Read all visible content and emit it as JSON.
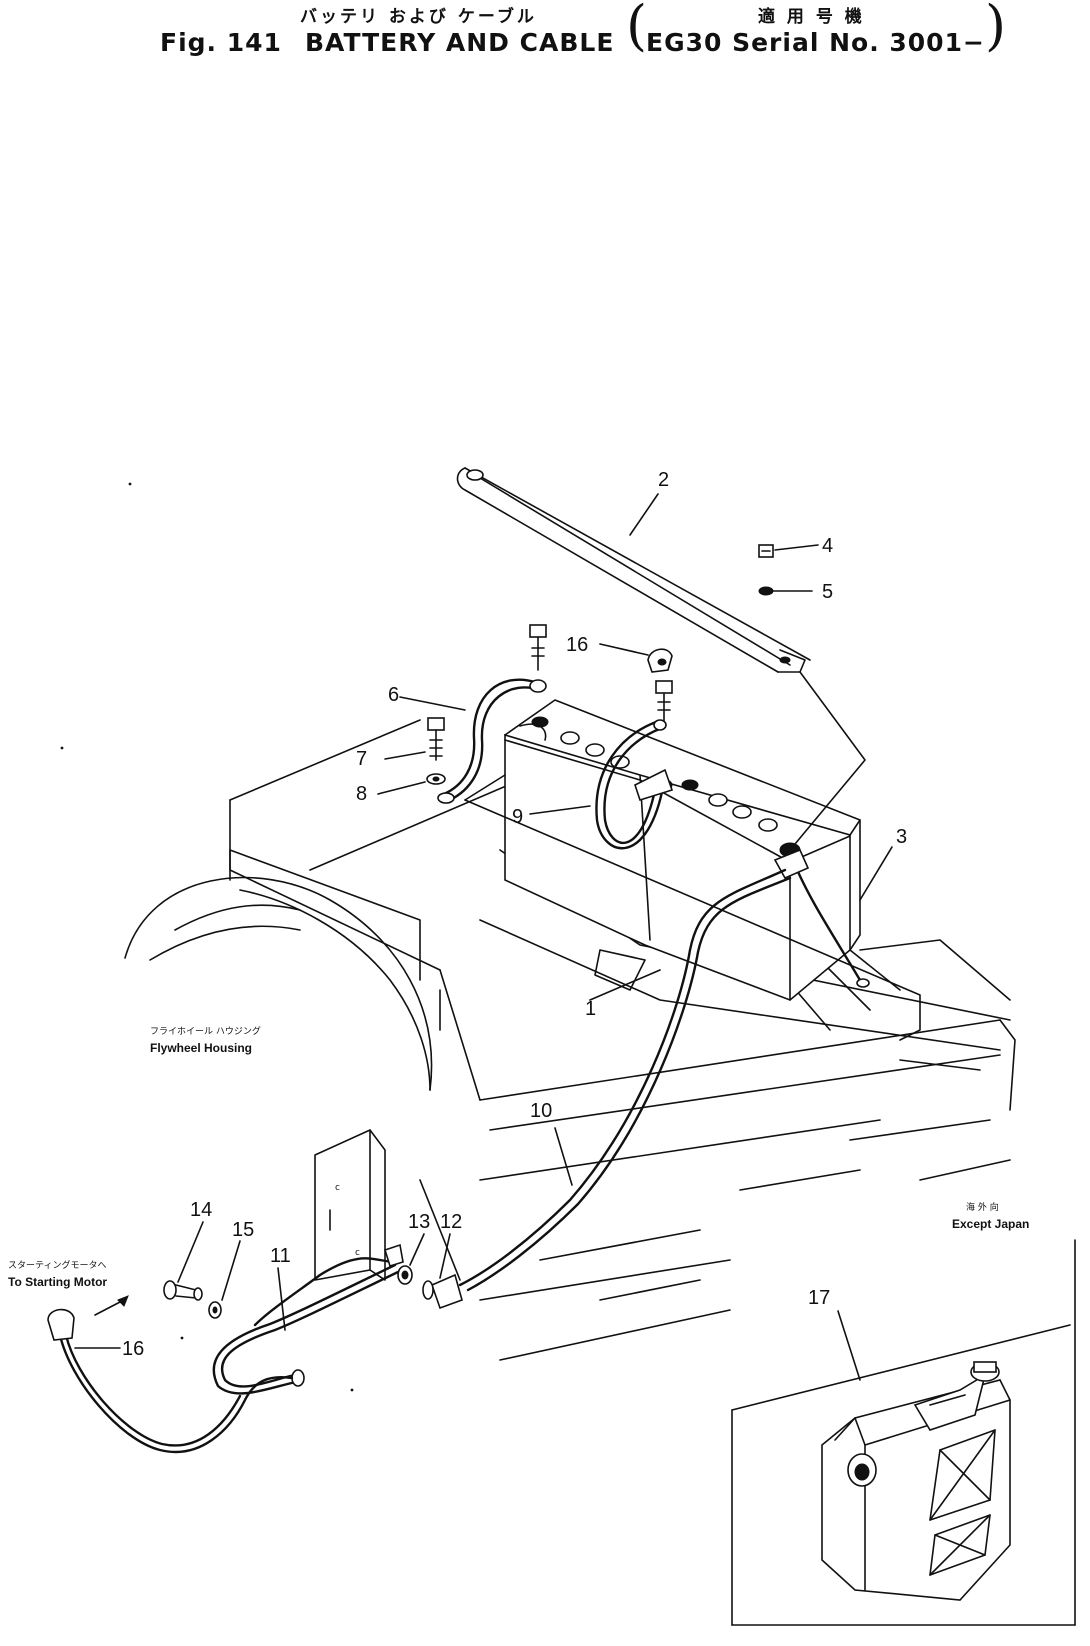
{
  "header": {
    "jp_title": "バッテリ および ケーブル",
    "jp_applicable": "適 用 号 機",
    "fig_label": "Fig. 141",
    "title": "BATTERY AND CABLE",
    "applicability": "EG30 Serial No. 3001−"
  },
  "labels": {
    "flywheel_jp": "フライホイール ハウジング",
    "flywheel_en": "Flywheel Housing",
    "starting_jp": "スターティングモータへ",
    "starting_en": "To Starting Motor",
    "except_jp": "海 外 向",
    "except_en": "Except Japan"
  },
  "callouts": {
    "c1": "1",
    "c2": "2",
    "c3": "3",
    "c4": "4",
    "c5": "5",
    "c6": "6",
    "c7": "7",
    "c8": "8",
    "c9": "9",
    "c10": "10",
    "c11": "11",
    "c12": "12",
    "c13": "13",
    "c14": "14",
    "c15": "15",
    "c16a": "16",
    "c16b": "16",
    "c17": "17"
  }
}
